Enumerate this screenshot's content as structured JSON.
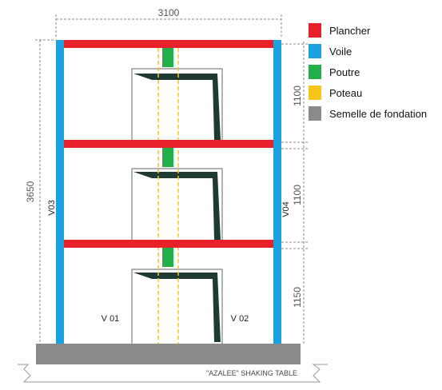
{
  "dimensions": {
    "width_total": "3100",
    "height_total": "3650",
    "story_top": "1100",
    "story_mid": "1100",
    "story_bottom": "1150"
  },
  "wall_labels": {
    "left_outer": "V03",
    "right_outer": "V04",
    "left_inner": "V 01",
    "right_inner": "V 02"
  },
  "table_label": "\"AZALEE\" SHAKING TABLE",
  "legend": [
    {
      "label": "Plancher",
      "color": "#e8202a",
      "icon": "red-swatch"
    },
    {
      "label": "Voile",
      "color": "#1aa3e0",
      "icon": "blue-swatch"
    },
    {
      "label": "Poutre",
      "color": "#23b04a",
      "icon": "green-swatch"
    },
    {
      "label": "Poteau",
      "color": "#f5c518",
      "icon": "yellow-swatch"
    },
    {
      "label": "Semelle de fondation",
      "color": "#8a8a8a",
      "icon": "grey-swatch"
    }
  ]
}
